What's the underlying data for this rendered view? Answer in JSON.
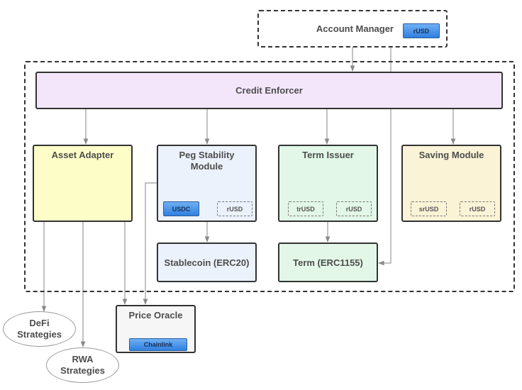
{
  "account_manager": {
    "title": "Account Manager",
    "tag": "rUSD"
  },
  "credit_enforcer": {
    "title": "Credit Enforcer"
  },
  "asset_adapter": {
    "title": "Asset Adapter"
  },
  "peg_stability_module": {
    "title_line1": "Peg Stability",
    "title_line2": "Module",
    "tags": [
      "USDC",
      "rUSD"
    ]
  },
  "term_issuer": {
    "title": "Term Issuer",
    "tags": [
      "trUSD",
      "rUSD"
    ]
  },
  "saving_module": {
    "title": "Saving Module",
    "tags": [
      "srUSD",
      "rUSD"
    ]
  },
  "stablecoin": {
    "title": "Stablecoin (ERC20)"
  },
  "term_token": {
    "title": "Term (ERC1155)"
  },
  "price_oracle": {
    "title": "Price Oracle",
    "tag": "Chainlink"
  },
  "defi_strategies": {
    "line1": "DeFi",
    "line2": "Strategies"
  },
  "rwa_strategies": {
    "line1": "RWA",
    "line2": "Strategies"
  },
  "colors": {
    "credit_enforcer": "#f3e6fb",
    "asset_adapter": "#fdfdc8",
    "peg_stability_module": "#ecf2fb",
    "term": "#e2f7e7",
    "saving_module": "#fbf3d6",
    "price_oracle": "#f6f6f6",
    "tag_blue": "#3a8ae6"
  }
}
